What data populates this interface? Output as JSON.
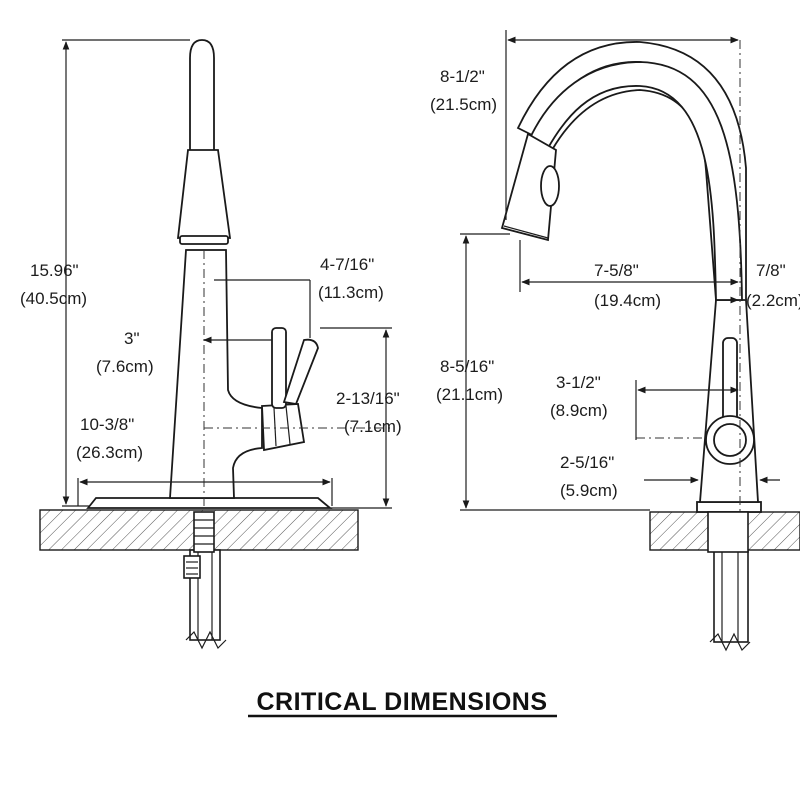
{
  "title": "CRITICAL DIMENSIONS",
  "front_view": {
    "overall_height": {
      "imperial": "15.96\"",
      "metric": "(40.5cm)"
    },
    "handle_length": {
      "imperial": "4-7/16\"",
      "metric": "(11.3cm)"
    },
    "handle_offset": {
      "imperial": "3\"",
      "metric": "(7.6cm)"
    },
    "handle_height": {
      "imperial": "2-13/16\"",
      "metric": "(7.1cm)"
    },
    "deck_plate_width": {
      "imperial": "10-3/8\"",
      "metric": "(26.3cm)"
    }
  },
  "side_view": {
    "spout_reach_top": {
      "imperial": "8-1/2\"",
      "metric": "(21.5cm)"
    },
    "spout_clearance": {
      "imperial": "8-5/16\"",
      "metric": "(21.1cm)"
    },
    "spout_reach": {
      "imperial": "7-5/8\"",
      "metric": "(19.4cm)"
    },
    "body_offset": {
      "imperial": "7/8\"",
      "metric": "(2.2cm)"
    },
    "handle_reach": {
      "imperial": "3-1/2\"",
      "metric": "(8.9cm)"
    },
    "base_offset": {
      "imperial": "2-5/16\"",
      "metric": "(5.9cm)"
    }
  }
}
